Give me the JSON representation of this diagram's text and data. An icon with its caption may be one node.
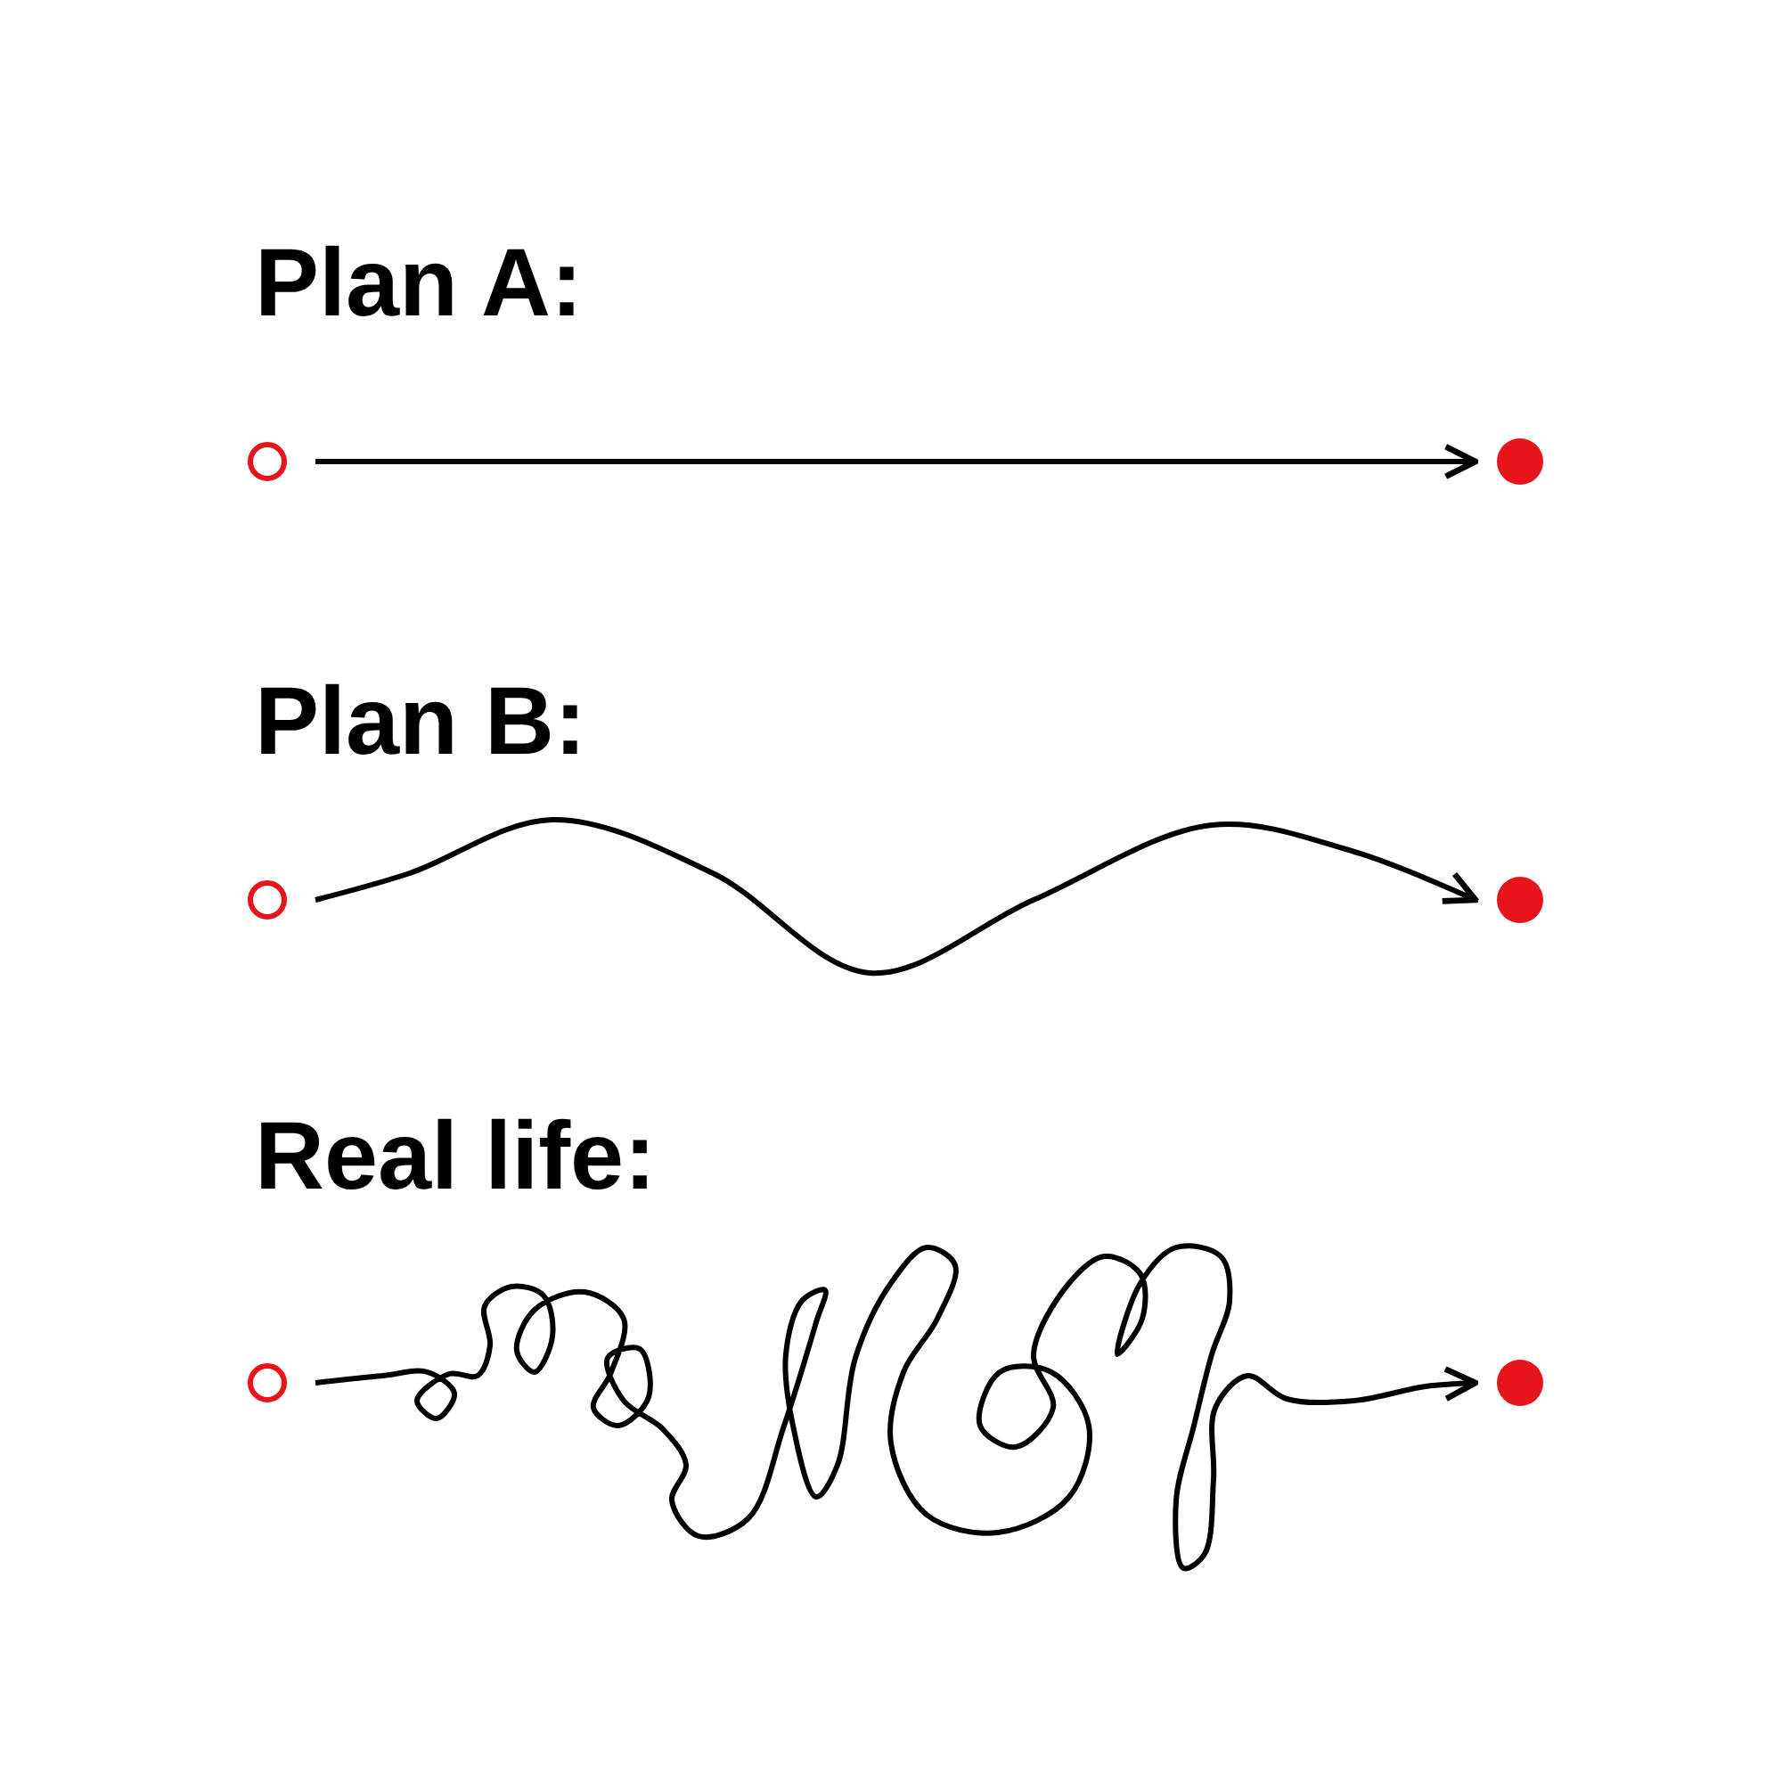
{
  "diagram": {
    "nodes": [
      {
        "text": [],
        "shape": "circle"
      },
      {
        "text": [],
        "shape": "circle"
      },
      {
        "text": [],
        "shape": "circle"
      },
      {
        "text": [],
        "shape": "circle"
      },
      {
        "text": [],
        "shape": "circle"
      },
      {
        "text": [],
        "shape": "circle"
      }
    ],
    "edges": [
      {
        "from": 0,
        "to": 1,
        "arrow": "to"
      },
      {
        "from": 2,
        "to": 3,
        "arrow": "to"
      },
      {
        "from": 4,
        "to": 5,
        "arrow": "to"
      }
    ],
    "labels": [
      "Plan A:",
      "Plan B:",
      "Real life:"
    ]
  }
}
